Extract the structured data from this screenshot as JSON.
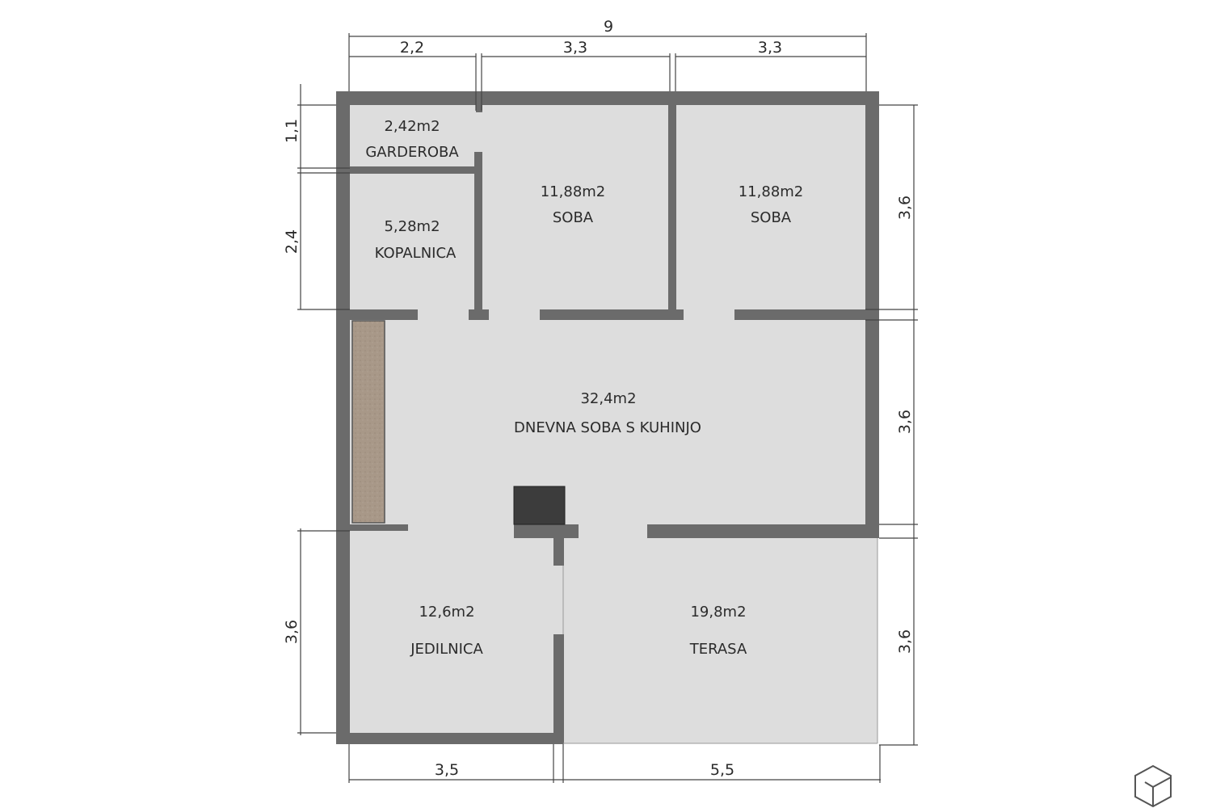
{
  "rooms": {
    "garderoba": {
      "area": "2,42m2",
      "name": "GARDEROBA"
    },
    "kopalnica": {
      "area": "5,28m2",
      "name": "KOPALNICA"
    },
    "soba1": {
      "area": "11,88m2",
      "name": "SOBA"
    },
    "soba2": {
      "area": "11,88m2",
      "name": "SOBA"
    },
    "dnevna": {
      "area": "32,4m2",
      "name": "DNEVNA SOBA S KUHINJO"
    },
    "jedilnica": {
      "area": "12,6m2",
      "name": "JEDILNICA"
    },
    "terasa": {
      "area": "19,8m2",
      "name": "TERASA"
    }
  },
  "dimensions": {
    "top_total": "9",
    "top_1": "2,2",
    "top_2": "3,3",
    "top_3": "3,3",
    "left_1": "1,1",
    "left_2": "2,4",
    "left_3": "3,6",
    "right_1": "3,6",
    "right_2": "3,6",
    "right_3": "3,6",
    "bottom_1": "3,5",
    "bottom_2": "5,5"
  },
  "colors": {
    "wall": "#6b6b6b",
    "floor": "#dddddd",
    "counter": "#a89888",
    "stove": "#3c3c3c"
  },
  "icons": {
    "logo": "cube-logo-icon"
  }
}
